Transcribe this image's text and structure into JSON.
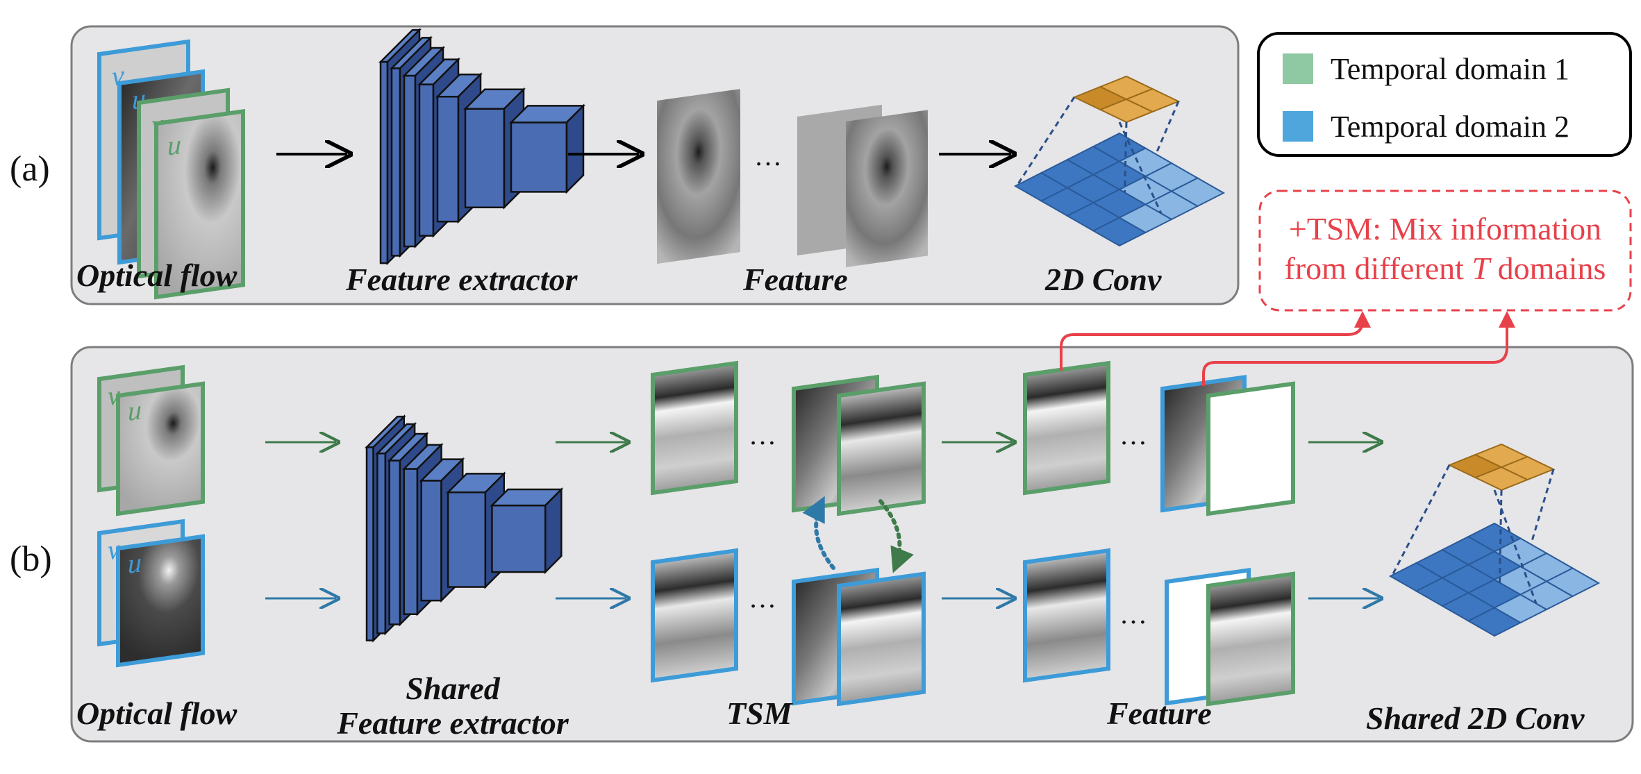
{
  "panels": {
    "a": {
      "label": "(a)",
      "optical_flow": "Optical flow",
      "feature_extractor": "Feature extractor",
      "feature": "Feature",
      "conv": "2D Conv"
    },
    "b": {
      "label": "(b)",
      "optical_flow": "Optical flow",
      "shared_line1": "Shared",
      "shared_line2": "Feature extractor",
      "tsm": "TSM",
      "feature": "Feature",
      "conv": "Shared 2D Conv"
    }
  },
  "flow_letters": {
    "v": "v",
    "u": "u"
  },
  "ellipsis": "…",
  "legend": {
    "items": [
      {
        "label": "Temporal domain 1",
        "color": "#8fc9a3"
      },
      {
        "label": "Temporal domain 2",
        "color": "#4ea6dc"
      }
    ]
  },
  "note": {
    "line1": "+TSM: Mix information",
    "line2_prefix": "from different ",
    "line2_var": "T",
    "line2_suffix": " domains"
  },
  "colors": {
    "green": "#5a9e6a",
    "blue": "#3d9bd8",
    "arrow_green": "#3e7a4a",
    "arrow_blue": "#2f79a8",
    "extractor": "#4a6cb3",
    "extractor_dark": "#2f4a8a",
    "red": "#e8414a",
    "orange": "#e2a94e",
    "panel_bg": "#e6e5e7"
  }
}
